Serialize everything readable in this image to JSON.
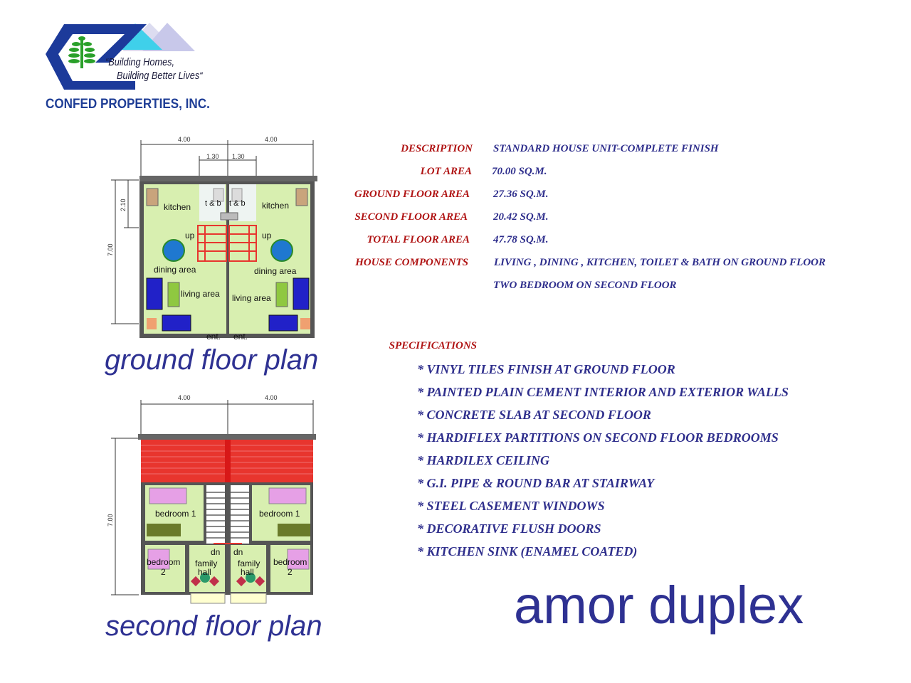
{
  "logo": {
    "tagline_1": "“Building Homes,",
    "tagline_2": "Building Better Lives“",
    "company": "CONFED PROPERTIES, INC."
  },
  "details": [
    {
      "label": "DESCRIPTION",
      "value": "STANDARD HOUSE UNIT-COMPLETE FINISH"
    },
    {
      "label": "LOT AREA",
      "value": "70.00 SQ.M."
    },
    {
      "label": "GROUND FLOOR AREA",
      "value": "27.36 SQ.M."
    },
    {
      "label": "SECOND FLOOR AREA",
      "value": "20.42 SQ.M."
    },
    {
      "label": "TOTAL FLOOR AREA",
      "value": "47.78 SQ.M."
    },
    {
      "label": "HOUSE COMPONENTS",
      "value": "LIVING , DINING , KITCHEN, TOILET & BATH ON GROUND FLOOR"
    }
  ],
  "components_line2": "TWO BEDROOM ON SECOND FLOOR",
  "specifications": {
    "heading": "SPECIFICATIONS",
    "items": [
      "* VINYL TILES FINISH AT GROUND FLOOR",
      "* PAINTED PLAIN CEMENT INTERIOR AND EXTERIOR WALLS",
      "* CONCRETE SLAB AT SECOND FLOOR",
      "* HARDIFLEX PARTITIONS ON SECOND FLOOR BEDROOMS",
      "* HARDILEX CEILING",
      "* G.I. PIPE & ROUND BAR  AT STAIRWAY",
      "* STEEL CASEMENT WINDOWS",
      "* DECORATIVE FLUSH DOORS",
      "* KITCHEN SINK (ENAMEL COATED)"
    ]
  },
  "ground_plan": {
    "title": "ground floor plan",
    "dim_width_left": "4.00",
    "dim_width_right": "4.00",
    "dim_tb_left": "1.30",
    "dim_tb_right": "1.30",
    "dim_height": "7.00",
    "dim_kitchen": "2.10",
    "kitchen_left": "kitchen",
    "kitchen_right": "kitchen",
    "tb_left": "t & b",
    "tb_right": "t & b",
    "up_left": "up",
    "up_right": "up",
    "dining_left": "dining area",
    "dining_right": "dining area",
    "living_left": "living area",
    "living_right": "living area",
    "ent_left": "ent.",
    "ent_right": "ent."
  },
  "second_plan": {
    "title": "second floor plan",
    "dim_width_left": "4.00",
    "dim_width_right": "4.00",
    "dim_height": "7.00",
    "bed1_left": "bedroom 1",
    "bed1_right": "bedroom 1",
    "bed2_left_a": "bedroom",
    "bed2_left_b": "2",
    "bed2_right_a": "bedroom",
    "bed2_right_b": "2",
    "dn_left": "dn",
    "dn_right": "dn",
    "family_left_a": "family",
    "family_left_b": "hall",
    "family_right_a": "family",
    "family_right_b": "hall"
  },
  "product_name": "amor duplex",
  "colors": {
    "navy": "#2e3192",
    "maroon": "#b01414",
    "floor_green": "#d8efb0",
    "roof_red": "#e8352e",
    "sofa_blue": "#2121c8",
    "bed_pink": "#e6a0e6"
  }
}
